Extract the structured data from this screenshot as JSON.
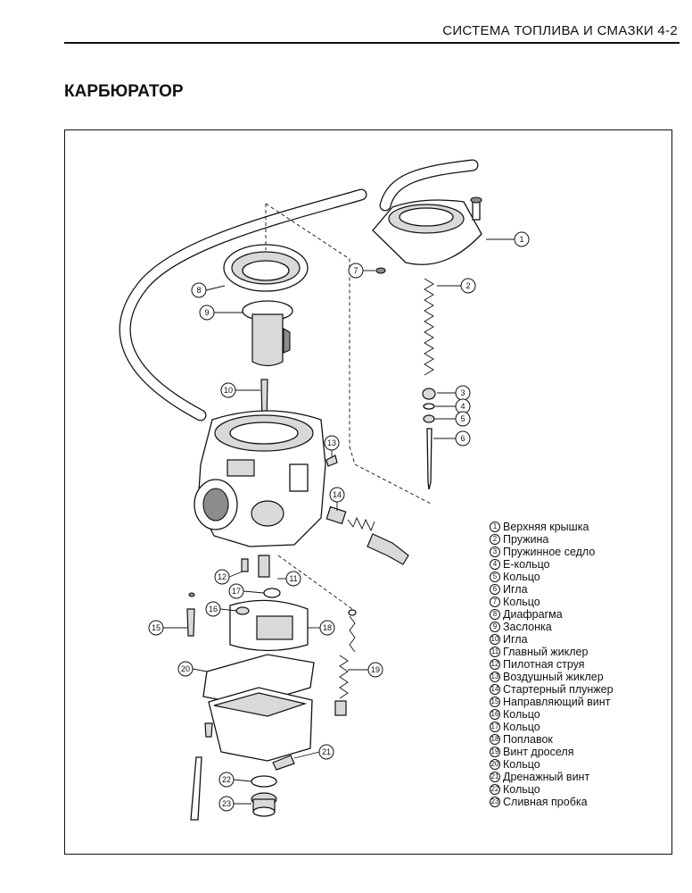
{
  "header": {
    "section": "СИСТЕМА ТОПЛИВА И СМАЗКИ 4-2"
  },
  "title": "КАРБЮРАТОР",
  "callout_numbers": [
    "1",
    "2",
    "3",
    "4",
    "5",
    "6",
    "7",
    "8",
    "9",
    "10",
    "11",
    "12",
    "13",
    "14",
    "15",
    "16",
    "17",
    "18",
    "19",
    "20",
    "21",
    "22",
    "23"
  ],
  "legend": [
    {
      "num": "1",
      "label": "Верхняя крышка"
    },
    {
      "num": "2",
      "label": "Пружина"
    },
    {
      "num": "3",
      "label": "Пружинное седло"
    },
    {
      "num": "4",
      "label": "Е-кольцо"
    },
    {
      "num": "5",
      "label": "Кольцо"
    },
    {
      "num": "6",
      "label": "Игла"
    },
    {
      "num": "7",
      "label": "Кольцо"
    },
    {
      "num": "8",
      "label": "Диафрагма"
    },
    {
      "num": "9",
      "label": "Заслонка"
    },
    {
      "num": "10",
      "label": "Игла"
    },
    {
      "num": "11",
      "label": "Главный жиклер"
    },
    {
      "num": "12",
      "label": "Пилотная струя"
    },
    {
      "num": "13",
      "label": "Воздушный жиклер"
    },
    {
      "num": "14",
      "label": "Стартерный плунжер"
    },
    {
      "num": "15",
      "label": "Направляющий винт"
    },
    {
      "num": "16",
      "label": "Кольцо"
    },
    {
      "num": "17",
      "label": "Кольцо"
    },
    {
      "num": "18",
      "label": "Поплавок"
    },
    {
      "num": "19",
      "label": "Винт дроселя"
    },
    {
      "num": "20",
      "label": "Кольцо"
    },
    {
      "num": "21",
      "label": "Дренажный винт"
    },
    {
      "num": "22",
      "label": "Кольцо"
    },
    {
      "num": "23",
      "label": "Сливная пробка"
    }
  ]
}
